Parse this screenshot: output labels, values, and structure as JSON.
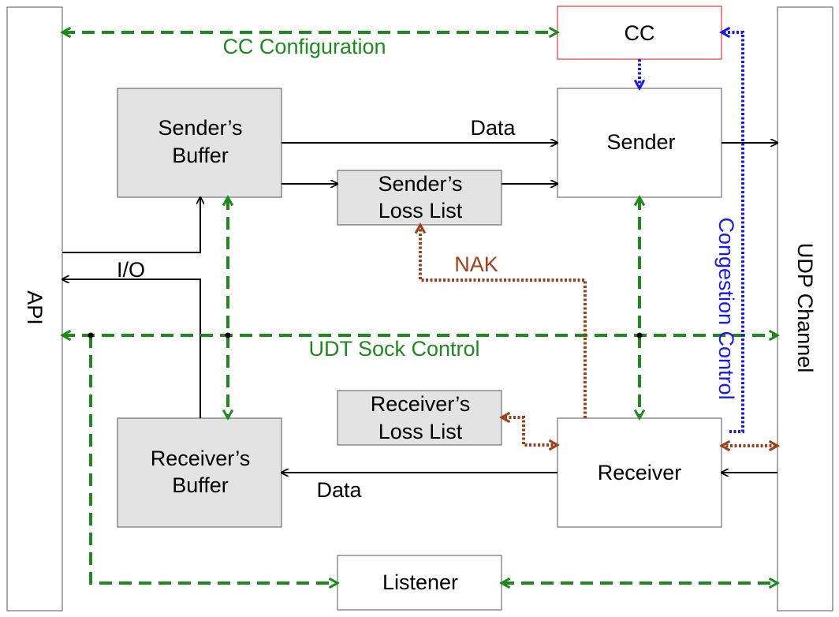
{
  "labels": {
    "api": "API",
    "udp_channel": "UDP Channel",
    "cc": "CC",
    "cc_configuration": "CC Configuration",
    "senders_buffer": [
      "Sender’s",
      "Buffer"
    ],
    "senders_loss_list": [
      "Sender’s",
      "Loss List"
    ],
    "sender": "Sender",
    "data_top": "Data",
    "io": "I/O",
    "nak": "NAK",
    "congestion_control": "Congestion Control",
    "udt_sock_control": "UDT Sock Control",
    "receivers_loss_list": [
      "Receiver’s",
      "Loss List"
    ],
    "receivers_buffer": [
      "Receiver’s",
      "Buffer"
    ],
    "receiver": "Receiver",
    "data_bottom": "Data",
    "listener": "Listener"
  },
  "colors": {
    "green": "#1e8a1e",
    "blue": "#1a1ae6",
    "brown": "#a0401a",
    "cc_border": "#e23a3a",
    "box_fill": "#e3e3e3"
  }
}
